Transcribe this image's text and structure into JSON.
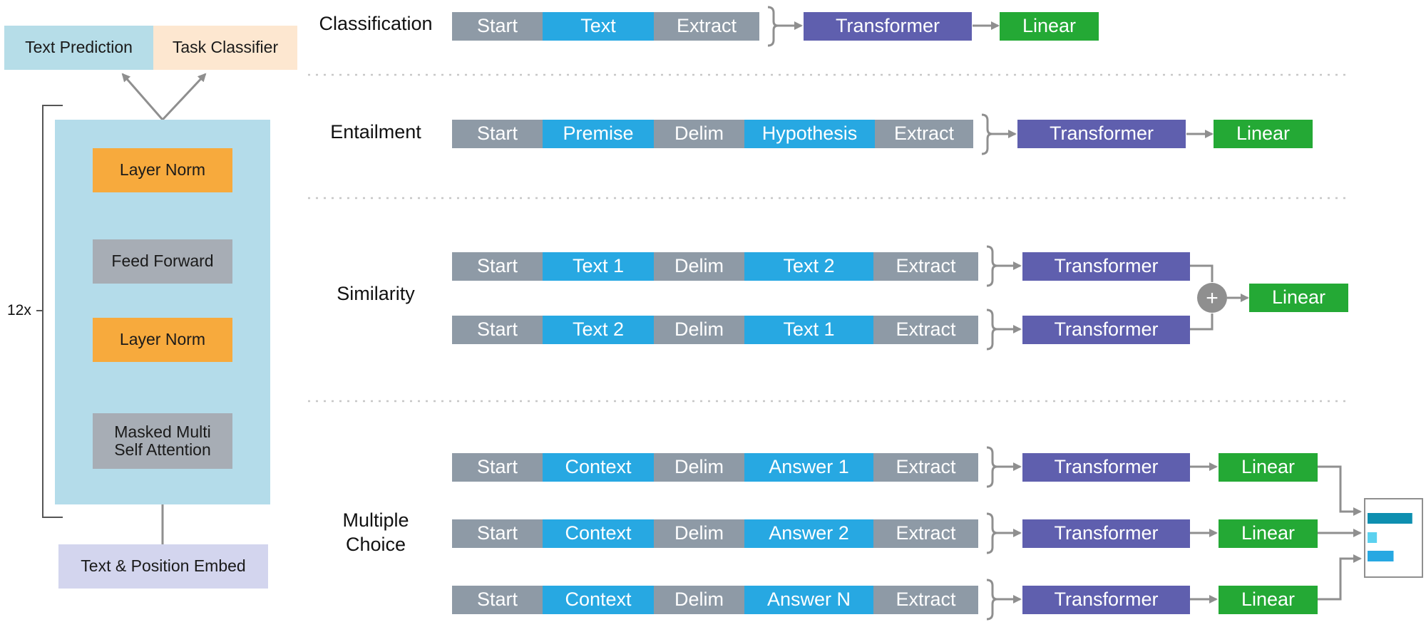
{
  "colors": {
    "token_grey": "#8e9aa6",
    "token_blue": "#27a8e2",
    "transformer": "#5f5fae",
    "linear": "#24a935",
    "layer_norm": "#f7aa3d",
    "sublayer": "#a7adb5",
    "stack_bg": "#b4dcea",
    "text_prediction_bg": "#b6dde8",
    "task_classifier_bg": "#fde7d0",
    "embed_bg": "#d3d5ee",
    "arrow": "#8f8f8f"
  },
  "architecture": {
    "text_prediction": "Text Prediction",
    "task_classifier": "Task Classifier",
    "layer_norm_top": "Layer Norm",
    "feed_forward": "Feed Forward",
    "layer_norm_bottom": "Layer Norm",
    "attention_line1": "Masked Multi",
    "attention_line2": "Self Attention",
    "embed": "Text & Position Embed",
    "repeat": "12x",
    "plus": "+"
  },
  "tasks": {
    "classification": {
      "label": "Classification",
      "tokens": [
        "Start",
        "Text",
        "Extract"
      ],
      "transformer": "Transformer",
      "linear": "Linear"
    },
    "entailment": {
      "label": "Entailment",
      "tokens": [
        "Start",
        "Premise",
        "Delim",
        "Hypothesis",
        "Extract"
      ],
      "transformer": "Transformer",
      "linear": "Linear"
    },
    "similarity": {
      "label": "Similarity",
      "rows": [
        {
          "tokens": [
            "Start",
            "Text 1",
            "Delim",
            "Text 2",
            "Extract"
          ],
          "transformer": "Transformer"
        },
        {
          "tokens": [
            "Start",
            "Text 2",
            "Delim",
            "Text 1",
            "Extract"
          ],
          "transformer": "Transformer"
        }
      ],
      "plus": "+",
      "linear": "Linear"
    },
    "multiple_choice": {
      "label_line1": "Multiple",
      "label_line2": "Choice",
      "rows": [
        {
          "tokens": [
            "Start",
            "Context",
            "Delim",
            "Answer 1",
            "Extract"
          ],
          "transformer": "Transformer",
          "linear": "Linear"
        },
        {
          "tokens": [
            "Start",
            "Context",
            "Delim",
            "Answer 2",
            "Extract"
          ],
          "transformer": "Transformer",
          "linear": "Linear"
        },
        {
          "tokens": [
            "Start",
            "Context",
            "Delim",
            "Answer N",
            "Extract"
          ],
          "transformer": "Transformer",
          "linear": "Linear"
        }
      ],
      "output_bars": [
        0.86,
        0.18,
        0.5
      ]
    }
  }
}
